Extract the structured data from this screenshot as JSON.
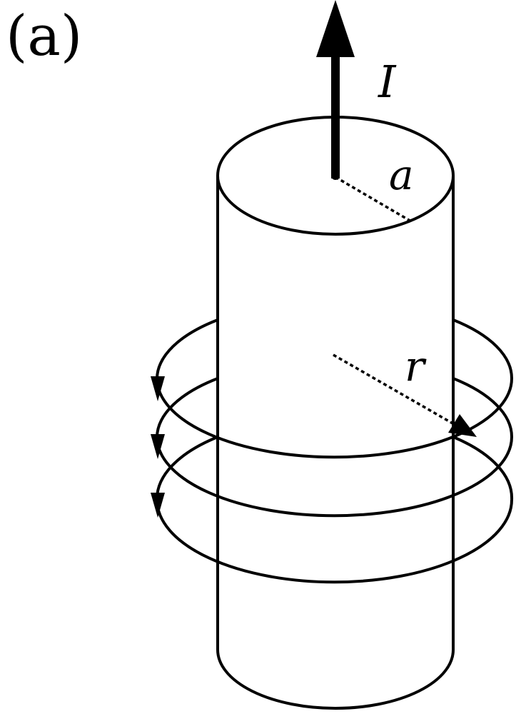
{
  "panel_label": "(a)",
  "labels": {
    "current": "I",
    "wire_radius": "a",
    "loop_radius": "r"
  },
  "colors": {
    "ink": "#000000",
    "background": "#ffffff"
  }
}
